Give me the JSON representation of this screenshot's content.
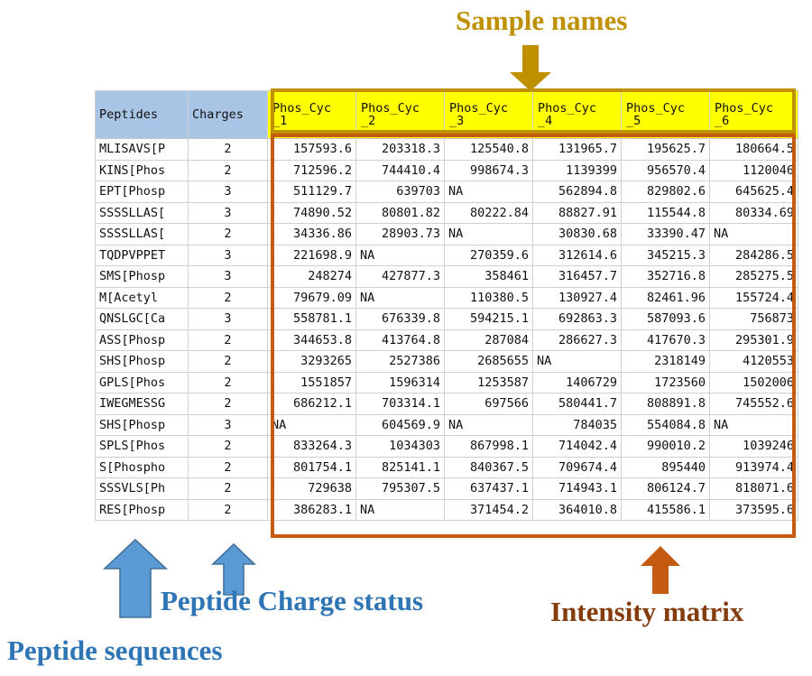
{
  "table": {
    "columns": [
      {
        "key": "peptides",
        "label": "Peptides",
        "kind": "text"
      },
      {
        "key": "charges",
        "label": "Charges",
        "kind": "charge"
      },
      {
        "key": "s1",
        "label": "Phos_Cyc_1",
        "kind": "sample"
      },
      {
        "key": "s2",
        "label": "Phos_Cyc_2",
        "kind": "sample"
      },
      {
        "key": "s3",
        "label": "Phos_Cyc_3",
        "kind": "sample"
      },
      {
        "key": "s4",
        "label": "Phos_Cyc_4",
        "kind": "sample"
      },
      {
        "key": "s5",
        "label": "Phos_Cyc_5",
        "kind": "sample"
      },
      {
        "key": "s6",
        "label": "Phos_Cyc_6",
        "kind": "sample"
      }
    ],
    "sample_label_lines": [
      [
        "Phos_Cyc",
        "_1"
      ],
      [
        "Phos_Cyc",
        "_2"
      ],
      [
        "Phos_Cyc",
        "_3"
      ],
      [
        "Phos_Cyc",
        "_4"
      ],
      [
        "Phos_Cyc",
        "_5"
      ],
      [
        "Phos_Cyc",
        "_6"
      ]
    ],
    "rows": [
      {
        "peptides": "MLISAVS[P",
        "charges": "2",
        "s1": "157593.6",
        "s2": "203318.3",
        "s3": "125540.8",
        "s4": "131965.7",
        "s5": "195625.7",
        "s6": "180664.5"
      },
      {
        "peptides": "KINS[Phos",
        "charges": "2",
        "s1": "712596.2",
        "s2": "744410.4",
        "s3": "998674.3",
        "s4": "1139399",
        "s5": "956570.4",
        "s6": "1120046"
      },
      {
        "peptides": "EPT[Phosp",
        "charges": "3",
        "s1": "511129.7",
        "s2": "639703",
        "s3": "NA",
        "s4": "562894.8",
        "s5": "829802.6",
        "s6": "645625.4"
      },
      {
        "peptides": "SSSSLLAS[",
        "charges": "3",
        "s1": "74890.52",
        "s2": "80801.82",
        "s3": "80222.84",
        "s4": "88827.91",
        "s5": "115544.8",
        "s6": "80334.69"
      },
      {
        "peptides": "SSSSLLAS[",
        "charges": "2",
        "s1": "34336.86",
        "s2": "28903.73",
        "s3": "NA",
        "s4": "30830.68",
        "s5": "33390.47",
        "s6": "NA"
      },
      {
        "peptides": "TQDPVPPET",
        "charges": "3",
        "s1": "221698.9",
        "s2": "NA",
        "s3": "270359.6",
        "s4": "312614.6",
        "s5": "345215.3",
        "s6": "284286.5"
      },
      {
        "peptides": "SMS[Phosp",
        "charges": "3",
        "s1": "248274",
        "s2": "427877.3",
        "s3": "358461",
        "s4": "316457.7",
        "s5": "352716.8",
        "s6": "285275.5"
      },
      {
        "peptides": "M[Acetyl",
        "charges": "2",
        "s1": "79679.09",
        "s2": "NA",
        "s3": "110380.5",
        "s4": "130927.4",
        "s5": "82461.96",
        "s6": "155724.4"
      },
      {
        "peptides": "QNSLGC[Ca",
        "charges": "3",
        "s1": "558781.1",
        "s2": "676339.8",
        "s3": "594215.1",
        "s4": "692863.3",
        "s5": "587093.6",
        "s6": "756873"
      },
      {
        "peptides": "ASS[Phosp",
        "charges": "2",
        "s1": "344653.8",
        "s2": "413764.8",
        "s3": "287084",
        "s4": "286627.3",
        "s5": "417670.3",
        "s6": "295301.9"
      },
      {
        "peptides": "SHS[Phosp",
        "charges": "2",
        "s1": "3293265",
        "s2": "2527386",
        "s3": "2685655",
        "s4": "NA",
        "s5": "2318149",
        "s6": "4120553"
      },
      {
        "peptides": "GPLS[Phos",
        "charges": "2",
        "s1": "1551857",
        "s2": "1596314",
        "s3": "1253587",
        "s4": "1406729",
        "s5": "1723560",
        "s6": "1502006"
      },
      {
        "peptides": "IWEGMESSG",
        "charges": "2",
        "s1": "686212.1",
        "s2": "703314.1",
        "s3": "697566",
        "s4": "580441.7",
        "s5": "808891.8",
        "s6": "745552.6"
      },
      {
        "peptides": "SHS[Phosp",
        "charges": "3",
        "s1": "NA",
        "s2": "604569.9",
        "s3": "NA",
        "s4": "784035",
        "s5": "554084.8",
        "s6": "NA"
      },
      {
        "peptides": "SPLS[Phos",
        "charges": "2",
        "s1": "833264.3",
        "s2": "1034303",
        "s3": "867998.1",
        "s4": "714042.4",
        "s5": "990010.2",
        "s6": "1039246"
      },
      {
        "peptides": "S[Phospho",
        "charges": "2",
        "s1": "801754.1",
        "s2": "825141.1",
        "s3": "840367.5",
        "s4": "709674.4",
        "s5": "895440",
        "s6": "913974.4"
      },
      {
        "peptides": "SSSVLS[Ph",
        "charges": "2",
        "s1": "729638",
        "s2": "795307.5",
        "s3": "637437.1",
        "s4": "714943.1",
        "s5": "806124.7",
        "s6": "818071.6"
      },
      {
        "peptides": "RES[Phosp",
        "charges": "2",
        "s1": "386283.1",
        "s2": "NA",
        "s3": "371454.2",
        "s4": "364010.8",
        "s5": "415586.1",
        "s6": "373595.6"
      }
    ]
  },
  "annotations": {
    "sample_names": "Sample names",
    "intensity_matrix": "Intensity matrix",
    "peptide_charge_status": "Peptide Charge status",
    "peptide_sequences": "Peptide sequences"
  },
  "colors": {
    "sample_names_accent": "#BF9000",
    "intensity_accent": "#C55A11",
    "intensity_text": "#843C0C",
    "peptide_accent": "#5B9BD5",
    "peptide_text": "#2E75B6",
    "header_band": "#A9C5E6",
    "sample_header_fill": "#FFFF00"
  }
}
